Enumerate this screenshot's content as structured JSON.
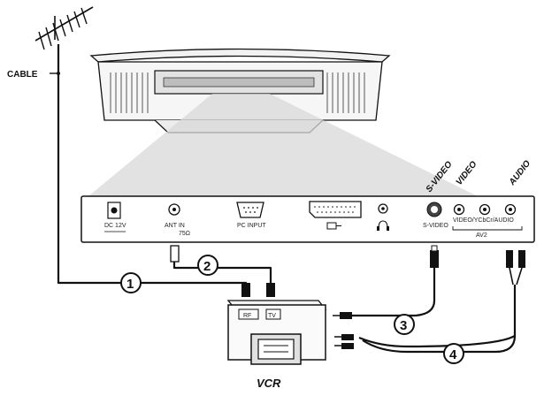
{
  "labels": {
    "cable": "CABLE",
    "vcr": "VCR",
    "svideo_top": "S-VIDEO",
    "video_top": "VIDEO",
    "audio_top": "AUDIO"
  },
  "panel": {
    "dc_label": "DC 12V",
    "antin_label": "ANT IN",
    "antin_sub": "75Ω",
    "pc_input_label": "PC INPUT",
    "svideo_label": "S-VIDEO",
    "video_ycbcr_label": "VIDEO/YCbCr/AUDIO",
    "av_label": "AV2"
  },
  "vcr_panel": {
    "rf_left": "RF",
    "tv_label": "TV"
  },
  "callouts": [
    "1",
    "2",
    "3",
    "4"
  ]
}
